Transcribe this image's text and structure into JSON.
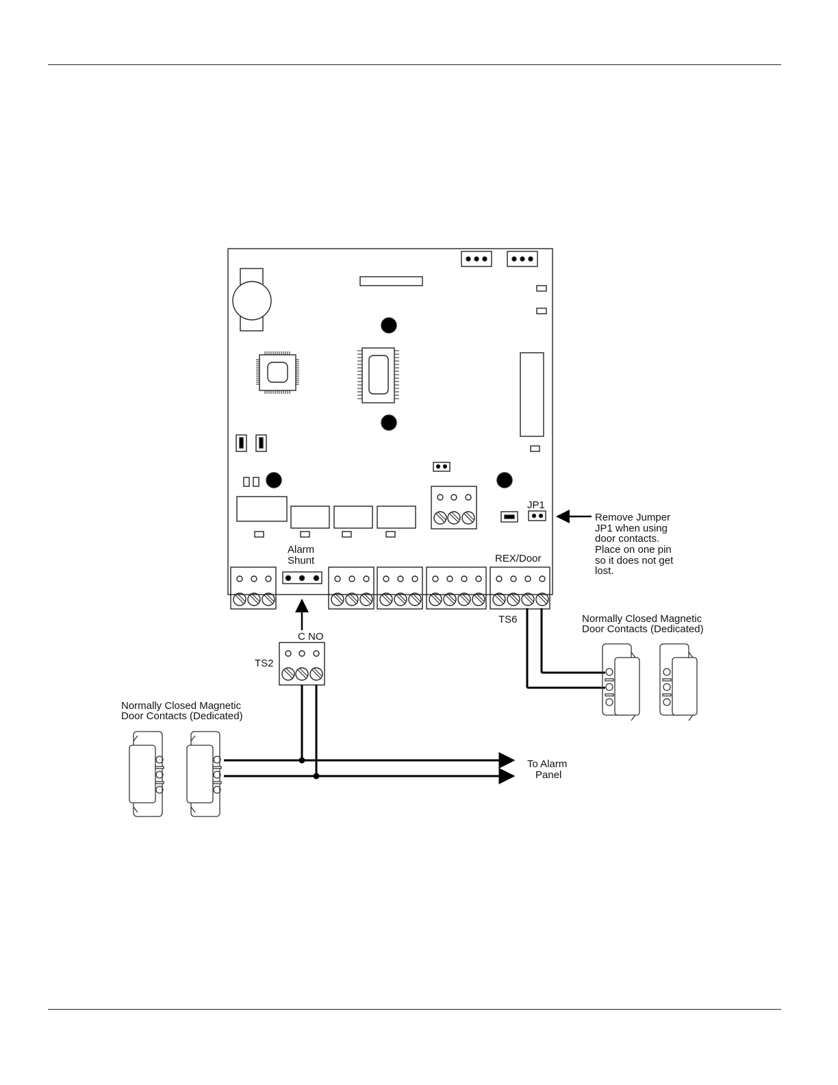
{
  "diagram": {
    "labels": {
      "jp1": "JP1",
      "rex_door": "REX/Door",
      "alarm_shunt_line1": "Alarm",
      "alarm_shunt_line2": "Shunt",
      "c_no": "C NO",
      "ts2": "TS2",
      "ts6": "TS6",
      "to_alarm_line1": "To Alarm",
      "to_alarm_line2": "Panel"
    },
    "jumper_note": [
      "Remove Jumper",
      "JP1 when using",
      "door contacts.",
      "Place on one pin",
      "so it does not get",
      "lost."
    ],
    "right_contacts_caption": [
      "Normally Closed Magnetic",
      "Door Contacts (Dedicated)"
    ],
    "left_contacts_caption": [
      "Normally Closed Magnetic",
      "Door Contacts (Dedicated)"
    ]
  }
}
